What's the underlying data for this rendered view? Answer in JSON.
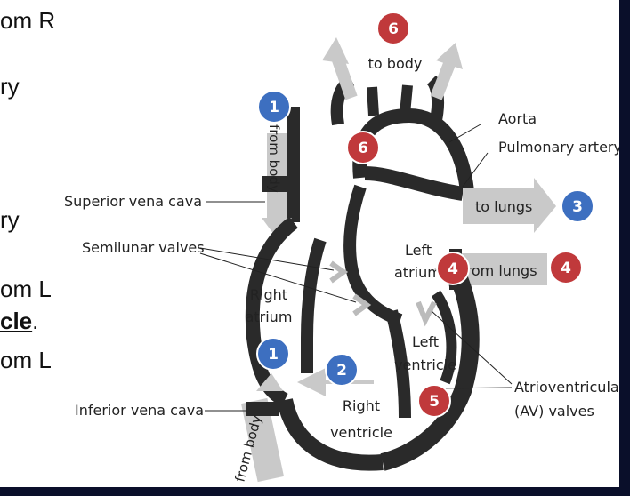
{
  "slide_text": {
    "line1": "om R",
    "line2": "ry",
    "line3": "ry",
    "line4": "om L",
    "line5_main": "cle",
    "line5_tail": ".",
    "line6": "om L"
  },
  "diagram": {
    "labels": {
      "to_body": "to body",
      "from_body_top": "from body",
      "from_body_bottom": "from body",
      "aorta": "Aorta",
      "pulmonary_artery": "Pulmonary artery",
      "superior_vena_cava": "Superior vena cava",
      "to_lungs": "to lungs",
      "semilunar_valves": "Semilunar valves",
      "left_atrium_1": "Left",
      "left_atrium_2": "atrium",
      "from_lungs": "from lungs",
      "right_atrium_1": "Right",
      "right_atrium_2": "atrium",
      "left_ventricle_1": "Left",
      "left_ventricle_2": "ventricle",
      "right_ventricle_1": "Right",
      "right_ventricle_2": "ventricle",
      "av_valves_1": "Atrioventricular",
      "av_valves_2": "(AV) valves",
      "inferior_vena_cava": "Inferior vena cava"
    },
    "badges": {
      "b6_top": "6",
      "b1_top": "1",
      "b6_mid": "6",
      "b3": "3",
      "b4_inner": "4",
      "b4_outer": "4",
      "b1_bottom": "1",
      "b2": "2",
      "b5": "5"
    },
    "colors": {
      "red_badge": "#c0393b",
      "blue_badge": "#3d6fc0",
      "vessel": "#2a2a2a",
      "arrow": "#c9c9c9"
    }
  }
}
